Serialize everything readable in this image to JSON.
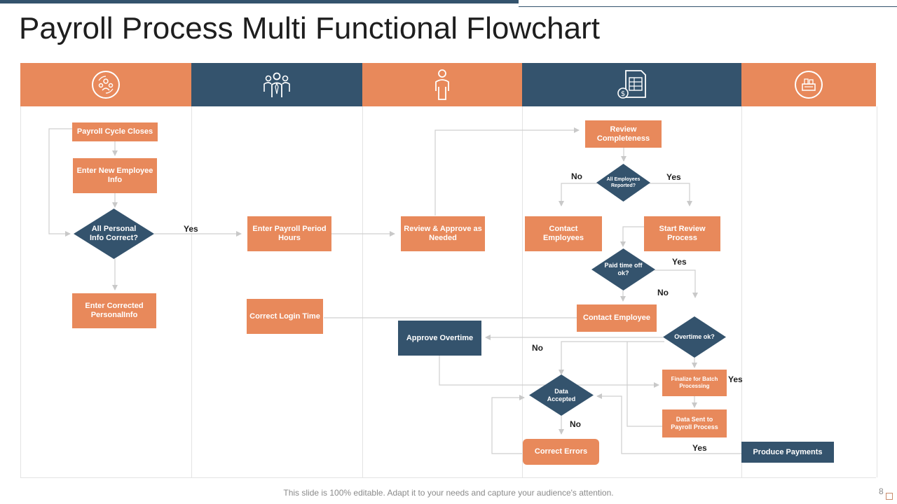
{
  "title": "Payroll Process Multi Functional Flowchart",
  "lanes": [
    {
      "icon": "team-cycle-icon",
      "color": "#e8895b"
    },
    {
      "icon": "group-people-icon",
      "color": "#34536d"
    },
    {
      "icon": "person-icon",
      "color": "#e8895b"
    },
    {
      "icon": "payroll-document-icon",
      "color": "#34536d"
    },
    {
      "icon": "payment-machine-icon",
      "color": "#e8895b"
    }
  ],
  "nodes": {
    "payroll_cycle_closes": "Payroll Cycle Closes",
    "enter_new_employee_info": "Enter New Employee Info",
    "all_personal_info_correct": "All Personal Info Correct?",
    "enter_corrected_personal_info": "Enter Corrected PersonalInfo",
    "enter_payroll_period_hours": "Enter Payroll Period Hours",
    "correct_login_time": "Correct Login Time",
    "review_approve": "Review & Approve as Needed",
    "approve_overtime": "Approve Overtime",
    "review_completeness": "Review Completeness",
    "all_employees_reported": "All Employees Reported?",
    "contact_employees": "Contact Employees",
    "start_review_process": "Start Review Process",
    "paid_time_off_ok": "Paid time off ok?",
    "contact_employee": "Contact Employee",
    "overtime_ok": "Overtime ok?",
    "finalize_batch": "Finalize for Batch Processing",
    "data_accepted": "Data Accepted",
    "data_sent": "Data Sent to Payroll Process",
    "correct_errors": "Correct Errors",
    "produce_payments": "Produce Payments"
  },
  "labels": {
    "yes_personal": "Yes",
    "no_employees": "No",
    "yes_employees": "Yes",
    "yes_pto": "Yes",
    "no_pto": "No",
    "no_overtime": "No",
    "yes_finalize": "Yes",
    "no_data": "No",
    "yes_payments": "Yes"
  },
  "footer": "This slide is 100% editable. Adapt it to your needs and capture your audience's attention.",
  "page_number": "8",
  "colors": {
    "accent_orange": "#e8895b",
    "accent_navy": "#34536d"
  }
}
